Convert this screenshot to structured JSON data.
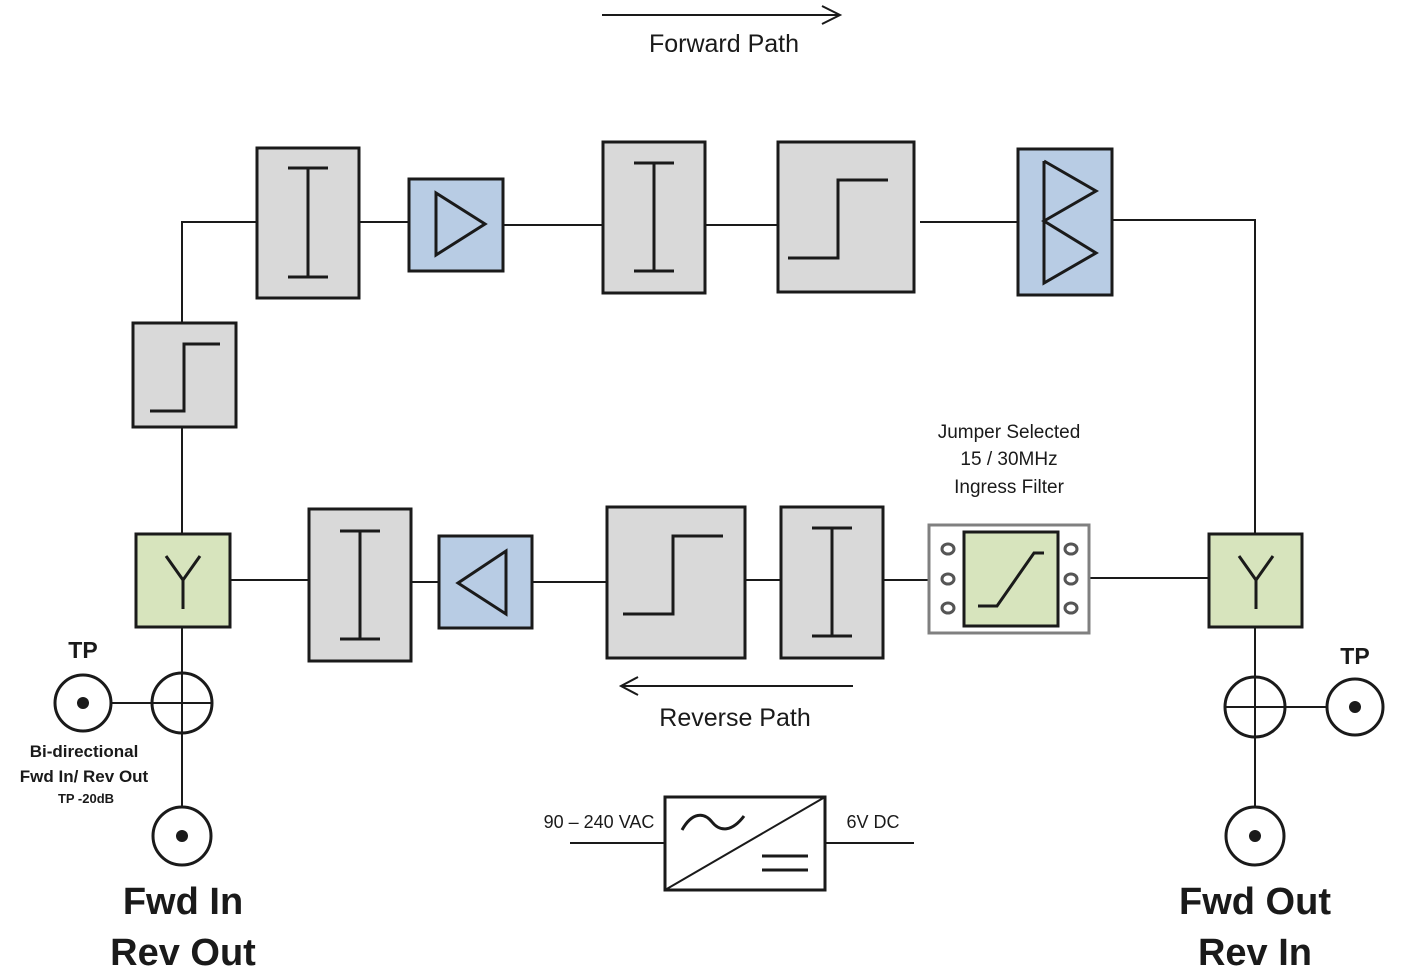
{
  "labels": {
    "forward_path": "Forward Path",
    "reverse_path": "Reverse Path",
    "jumper_line1": "Jumper Selected",
    "jumper_line2": "15 / 30MHz",
    "jumper_line3": "Ingress Filter",
    "tp_left": "TP",
    "tp_right": "TP",
    "bidir_line1": "Bi-directional",
    "bidir_line2": "Fwd In/ Rev Out",
    "bidir_line3": "TP -20dB",
    "psu_in": "90 – 240 VAC",
    "psu_out": "6V DC",
    "port_left_line1": "Fwd In",
    "port_left_line2": "Rev Out",
    "port_right_line1": "Fwd Out",
    "port_right_line2": "Rev In"
  },
  "colors": {
    "block_gray": "#d9d9d9",
    "block_blue": "#b8cce4",
    "block_green": "#d7e4bd",
    "stroke": "#1a1a1a",
    "jumper_frame": "#808080"
  },
  "blocks": {
    "forward": [
      "highpass-filter",
      "attenuator",
      "amplifier",
      "attenuator",
      "highpass-filter",
      "dual-amplifier"
    ],
    "reverse": [
      "ingress-filter",
      "attenuator",
      "highpass-filter",
      "amplifier",
      "attenuator"
    ],
    "splitters": [
      "diplexer-left",
      "diplexer-right"
    ]
  }
}
